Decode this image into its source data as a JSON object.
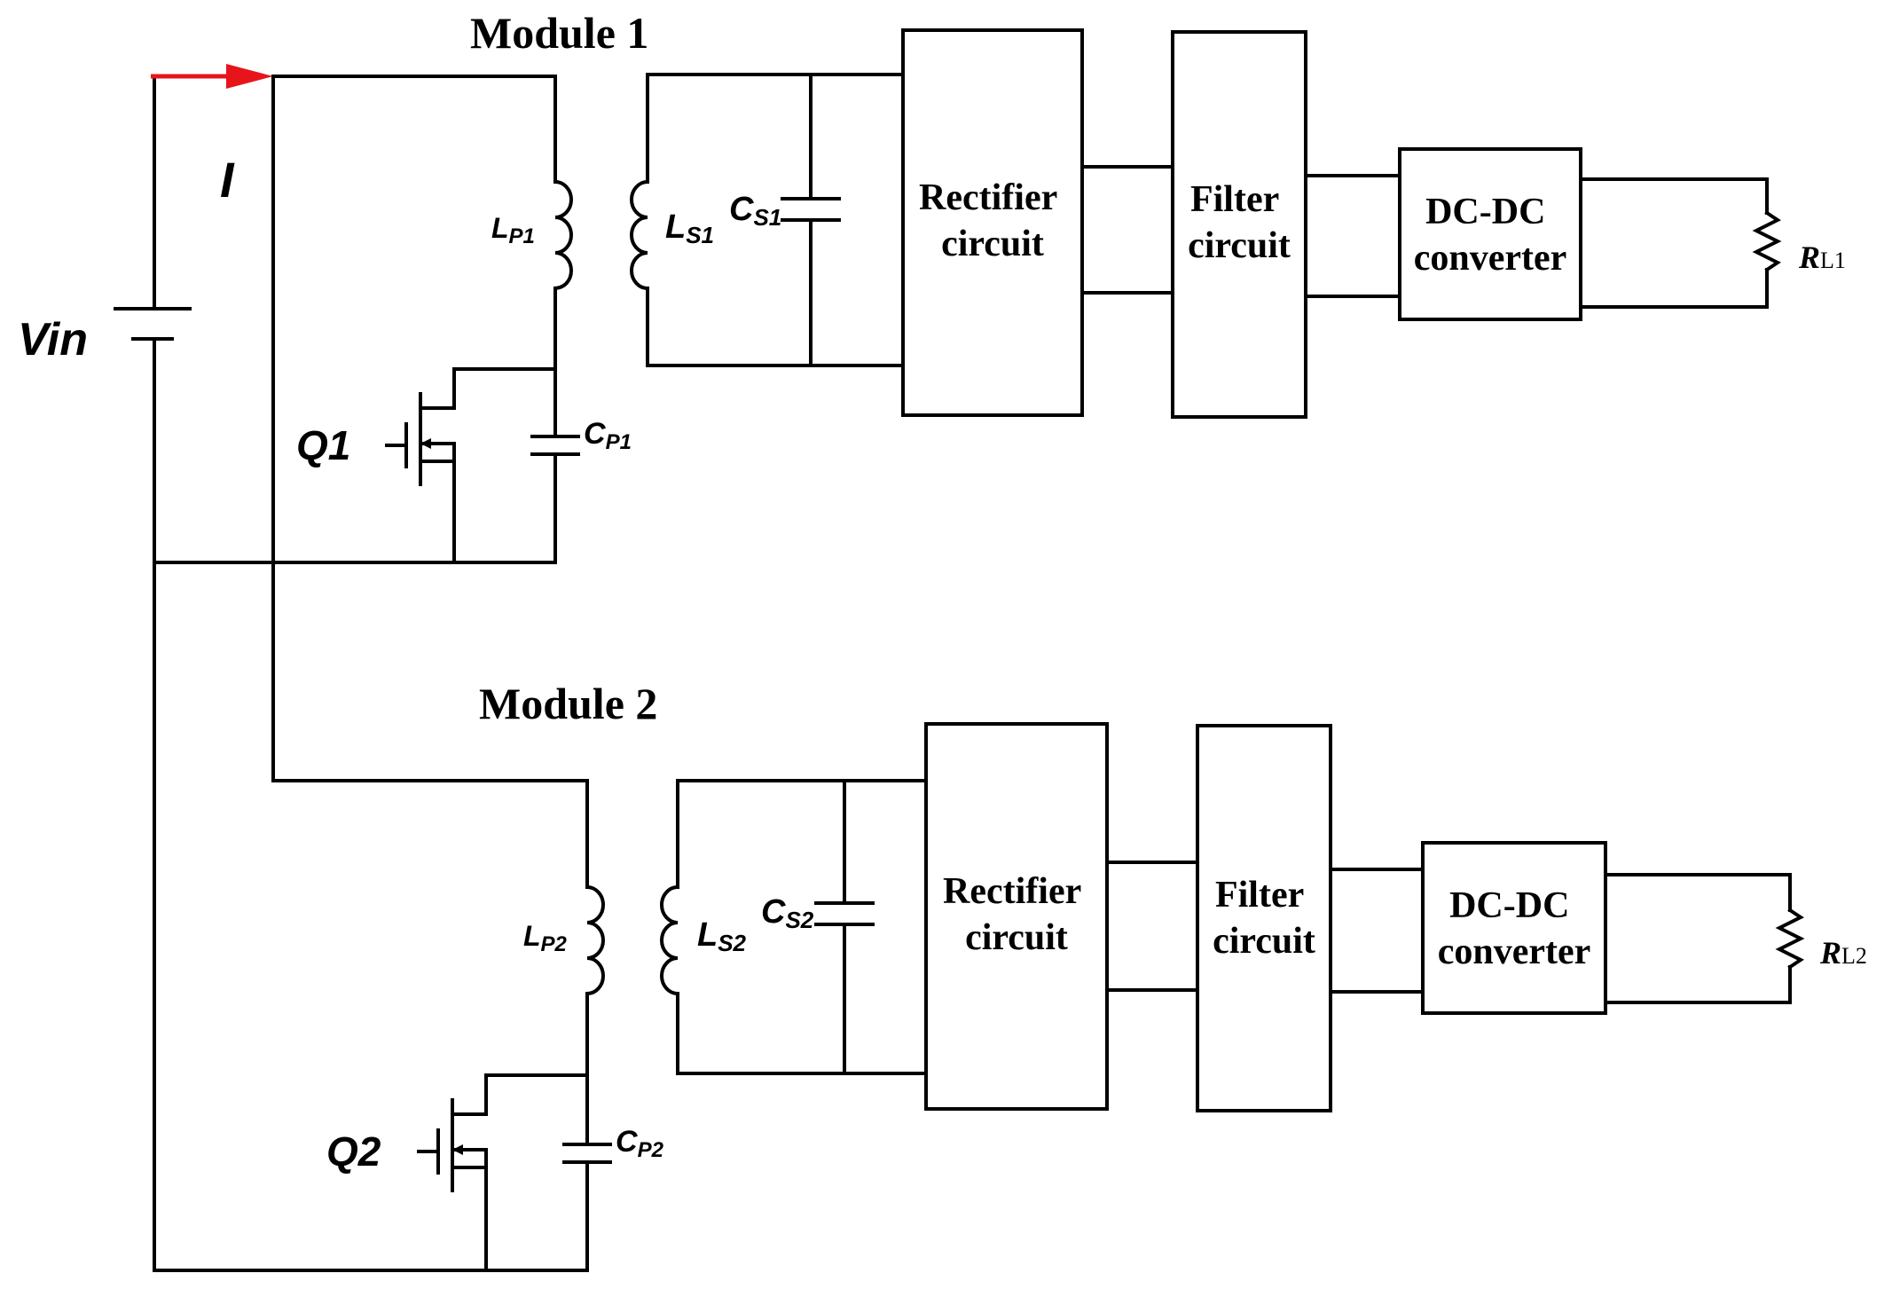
{
  "source": {
    "label": "Vin"
  },
  "current": {
    "label": "I",
    "arrow_color": "#e8141b"
  },
  "modules": [
    {
      "title": "Module 1",
      "switch": "Q1",
      "primary_inductor": {
        "base": "L",
        "sub": "P1"
      },
      "primary_capacitor": {
        "base": "C",
        "sub": "P1"
      },
      "secondary_inductor": {
        "base": "L",
        "sub": "S1"
      },
      "secondary_capacitor": {
        "base": "C",
        "sub": "S1"
      },
      "rectifier": [
        "Rectifier",
        "circuit"
      ],
      "filter": [
        "Filter",
        "circuit"
      ],
      "converter": [
        "DC-DC",
        "converter"
      ],
      "load": {
        "base": "R",
        "sub": "L1"
      }
    },
    {
      "title": "Module 2",
      "switch": "Q2",
      "primary_inductor": {
        "base": "L",
        "sub": "P2"
      },
      "primary_capacitor": {
        "base": "C",
        "sub": "P2"
      },
      "secondary_inductor": {
        "base": "L",
        "sub": "S2"
      },
      "secondary_capacitor": {
        "base": "C",
        "sub": "S2"
      },
      "rectifier": [
        "Rectifier",
        "circuit"
      ],
      "filter": [
        "Filter",
        "circuit"
      ],
      "converter": [
        "DC-DC",
        "converter"
      ],
      "load": {
        "base": "R",
        "sub": "L2"
      }
    }
  ]
}
